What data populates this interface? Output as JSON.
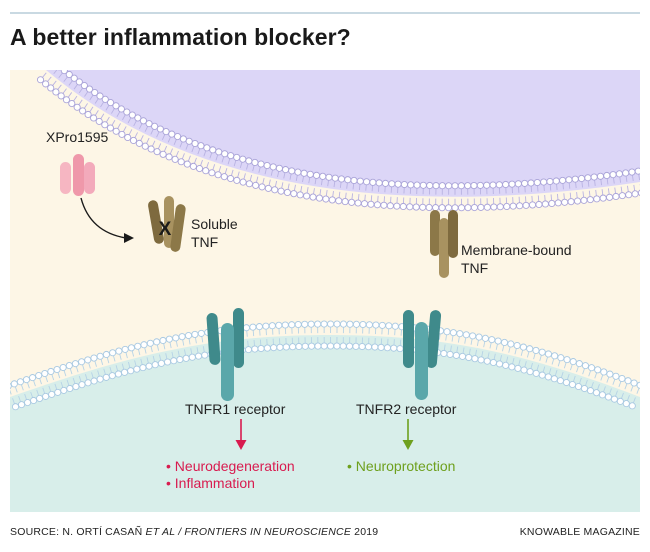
{
  "title": "A better inflammation blocker?",
  "labels": {
    "xpro": "XPro1595",
    "soluble_1": "Soluble",
    "soluble_2": "TNF",
    "membrane_1": "Membrane-bound",
    "membrane_2": "TNF",
    "tnfr1": "TNFR1 receptor",
    "tnfr2": "TNFR2 receptor",
    "blocked_mark": "X",
    "outcome_neurodegeneration": "• Neurodegeneration",
    "outcome_inflammation": "• Inflammation",
    "outcome_neuroprotection": "• Neuroprotection"
  },
  "footer": {
    "source_prefix": "SOURCE: N. ORTÍ CASAÑ ",
    "source_italic": "ET AL / FRONTIERS IN NEUROSCIENCE",
    "source_year": " 2019",
    "credit": "KNOWABLE MAGAZINE"
  },
  "colors": {
    "background": "#fdf6e6",
    "upper_cell": "#dcd6f7",
    "lower_cell": "#d8eeea",
    "xpro": "#f0a0b0",
    "tnf": "#9a8656",
    "receptor": "#4f9ea0",
    "negative": "#d81b4f",
    "positive": "#6ea01e"
  }
}
